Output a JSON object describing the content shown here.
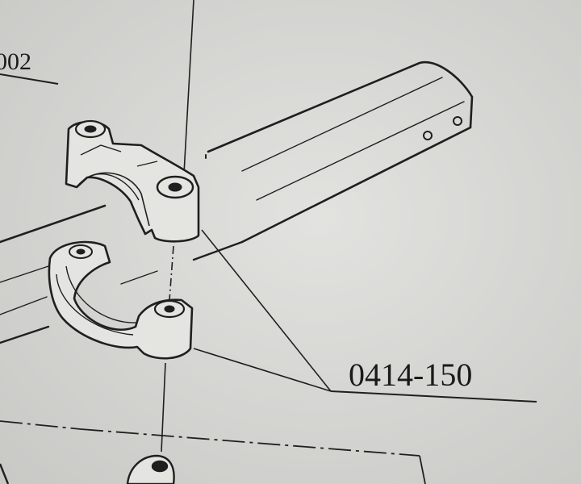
{
  "diagram": {
    "part_callouts": [
      {
        "id": "partial-number",
        "text": "002"
      },
      {
        "id": "clamp-assembly",
        "text": "0414-150"
      }
    ],
    "colors": {
      "paper": "#d9d9d6",
      "ink": "#1f1f1f"
    }
  }
}
